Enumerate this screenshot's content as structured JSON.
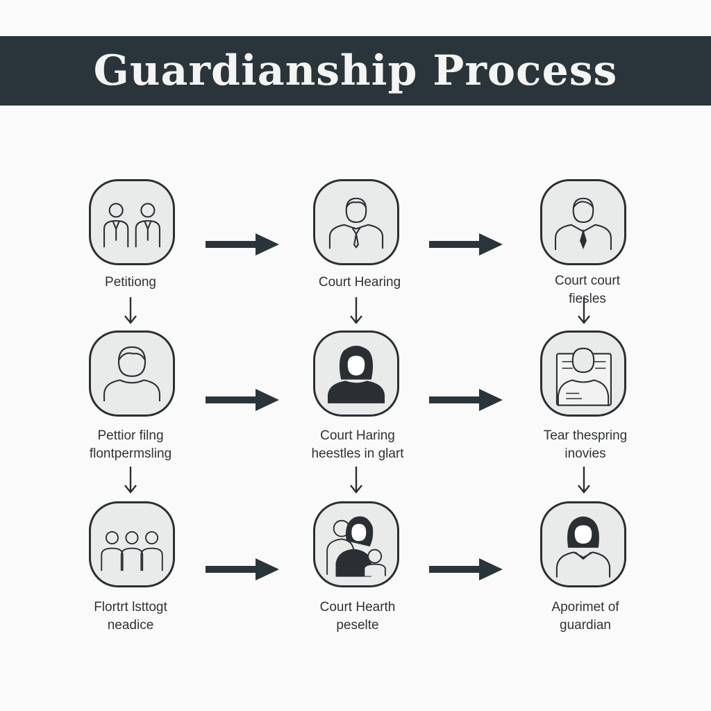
{
  "title": "Guardianship Process",
  "colors": {
    "banner": "#2a353b",
    "ink": "#2a2f33",
    "node_fill": "#e9eaea"
  },
  "steps": [
    {
      "line1": "Petitiong",
      "line2": "",
      "icon": "two-officials-icon"
    },
    {
      "line1": "Court Hearing",
      "line2": "",
      "icon": "official-icon"
    },
    {
      "line1": "Court court",
      "line2": "fiesles",
      "icon": "judge-icon"
    },
    {
      "line1": "Pettior filng",
      "line2": "flontpermsling",
      "icon": "person-icon"
    },
    {
      "line1": "Court Haring",
      "line2": "heestles in glart",
      "icon": "woman-icon"
    },
    {
      "line1": "Tear thespring",
      "line2": "inovies",
      "icon": "document-person-icon"
    },
    {
      "line1": "Flortrt lsttogt",
      "line2": "neadice",
      "icon": "group-icon"
    },
    {
      "line1": "Court Hearth",
      "line2": "peselte",
      "icon": "family-icon"
    },
    {
      "line1": "Aporimet of",
      "line2": "guardian",
      "icon": "guardian-icon"
    }
  ]
}
